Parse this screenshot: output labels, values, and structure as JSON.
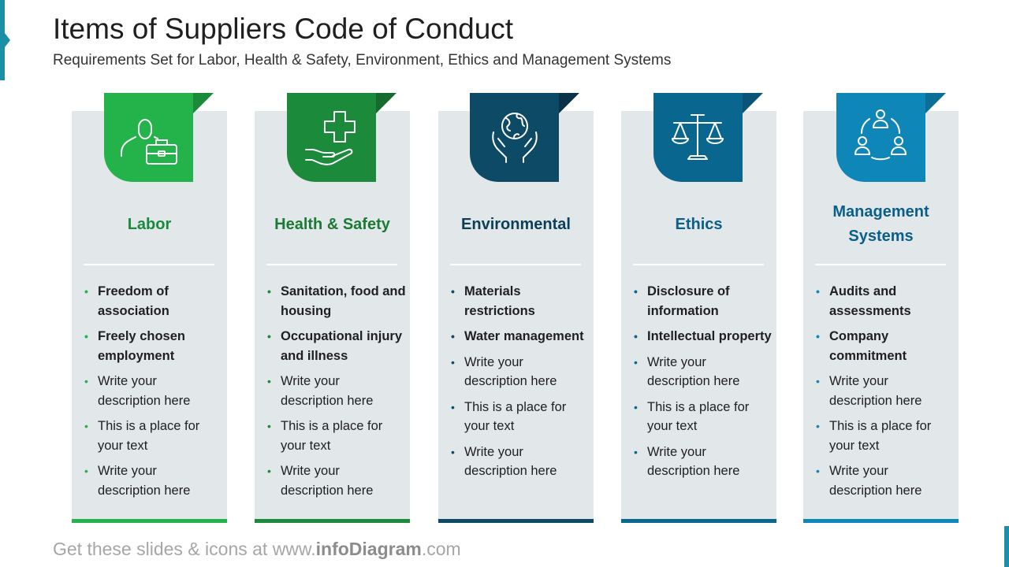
{
  "title": "Items of Suppliers Code of Conduct",
  "subtitle": "Requirements Set for Labor, Health & Safety, Environment, Ethics and Management Systems",
  "colors": {
    "accent": "#1a8fa6",
    "card_bg": "#e2e7ea",
    "labor": "#23b34a",
    "health": "#1b8a3a",
    "env": "#0d4a66",
    "ethics": "#09668f",
    "mgmt": "#0f86b8"
  },
  "cards": [
    {
      "title": "Labor",
      "icon": "worker-toolbox-icon",
      "items": [
        "Freedom of association",
        "Freely chosen employment",
        "Write your description here",
        "This is a place for your text",
        "Write your description here"
      ]
    },
    {
      "title": "Health & Safety",
      "icon": "hand-medical-cross-icon",
      "items": [
        "Sanitation, food and housing",
        "Occupational injury and illness",
        "Write your description here",
        "This is a place for your text",
        "Write your description here"
      ]
    },
    {
      "title": "Environmental",
      "icon": "hands-globe-icon",
      "items": [
        "Materials restrictions",
        "Water management",
        "Write your description here",
        "This is a place for your text",
        "Write your description here"
      ]
    },
    {
      "title": "Ethics",
      "icon": "balance-scale-icon",
      "items": [
        "Disclosure of information",
        "Intellectual property",
        "Write your description here",
        "This is a place for your text",
        "Write your description here"
      ]
    },
    {
      "title": "Management Systems",
      "icon": "team-network-icon",
      "items": [
        "Audits and assessments",
        "Company commitment",
        "Write your description here",
        "This is a place for your text",
        "Write your description here"
      ]
    }
  ],
  "footer": {
    "prefix": "Get these slides & icons at www.",
    "brand": "infoDiagram",
    "suffix": ".com"
  }
}
